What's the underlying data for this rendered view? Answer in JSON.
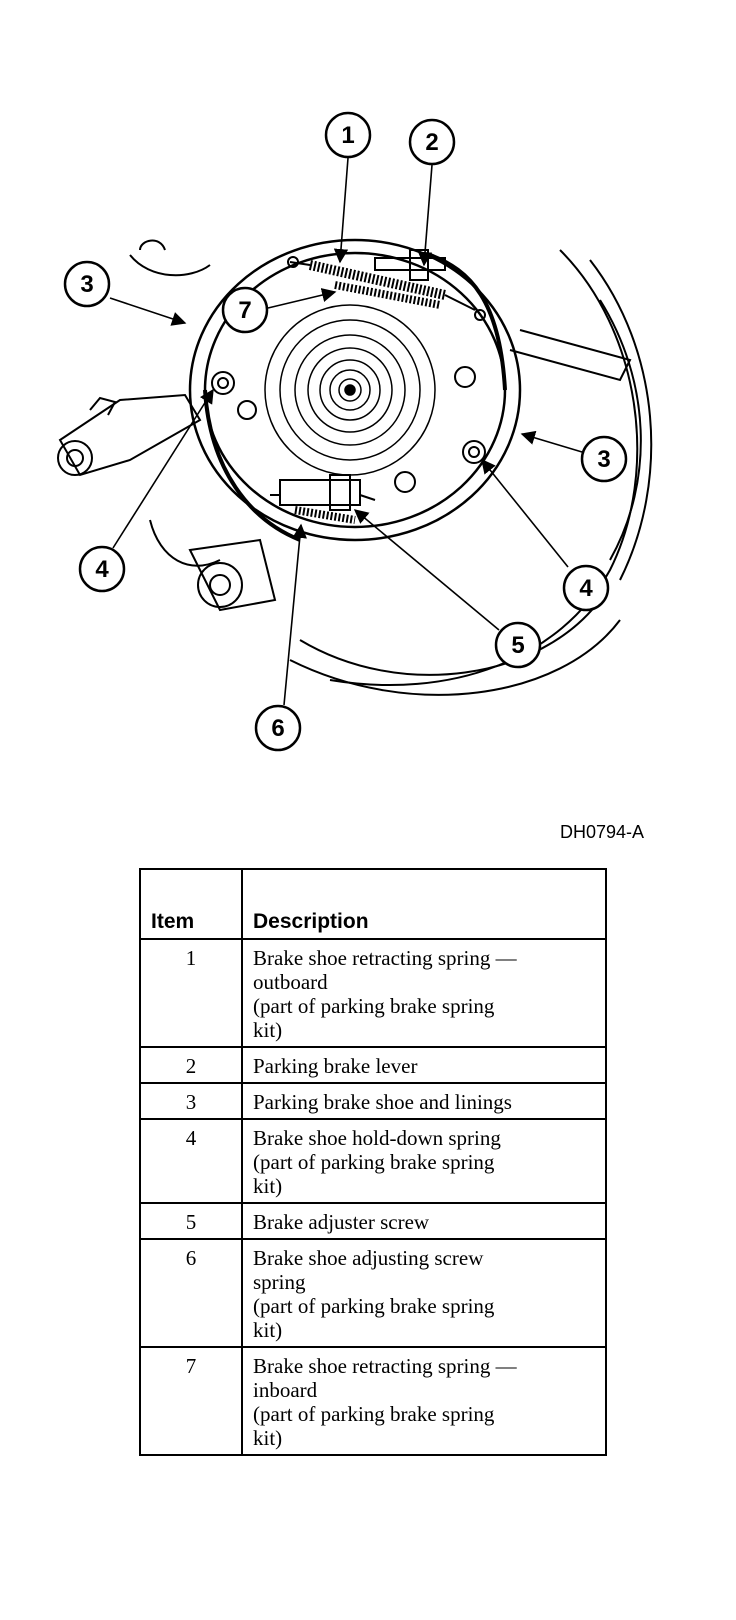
{
  "figure_id": "DH0794-A",
  "callouts": [
    {
      "number": "1"
    },
    {
      "number": "2"
    },
    {
      "number": "3"
    },
    {
      "number": "7"
    },
    {
      "number": "3"
    },
    {
      "number": "4"
    },
    {
      "number": "4"
    },
    {
      "number": "5"
    },
    {
      "number": "6"
    }
  ],
  "table": {
    "headers": {
      "item": "Item",
      "description": "Description"
    },
    "rows": [
      {
        "item": "1",
        "lines": [
          "Brake shoe retracting spring —",
          "outboard",
          "(part of parking brake spring",
          "kit)"
        ]
      },
      {
        "item": "2",
        "lines": [
          "Parking brake lever"
        ]
      },
      {
        "item": "3",
        "lines": [
          "Parking brake shoe and linings"
        ]
      },
      {
        "item": "4",
        "lines": [
          "Brake shoe hold-down spring",
          "(part of parking brake spring",
          "kit)"
        ]
      },
      {
        "item": "5",
        "lines": [
          "Brake adjuster screw"
        ]
      },
      {
        "item": "6",
        "lines": [
          "Brake shoe adjusting screw",
          "spring",
          "(part of parking brake spring",
          "kit)"
        ]
      },
      {
        "item": "7",
        "lines": [
          "Brake shoe retracting spring —",
          "inboard",
          "(part of parking brake spring",
          "kit)"
        ]
      }
    ]
  }
}
